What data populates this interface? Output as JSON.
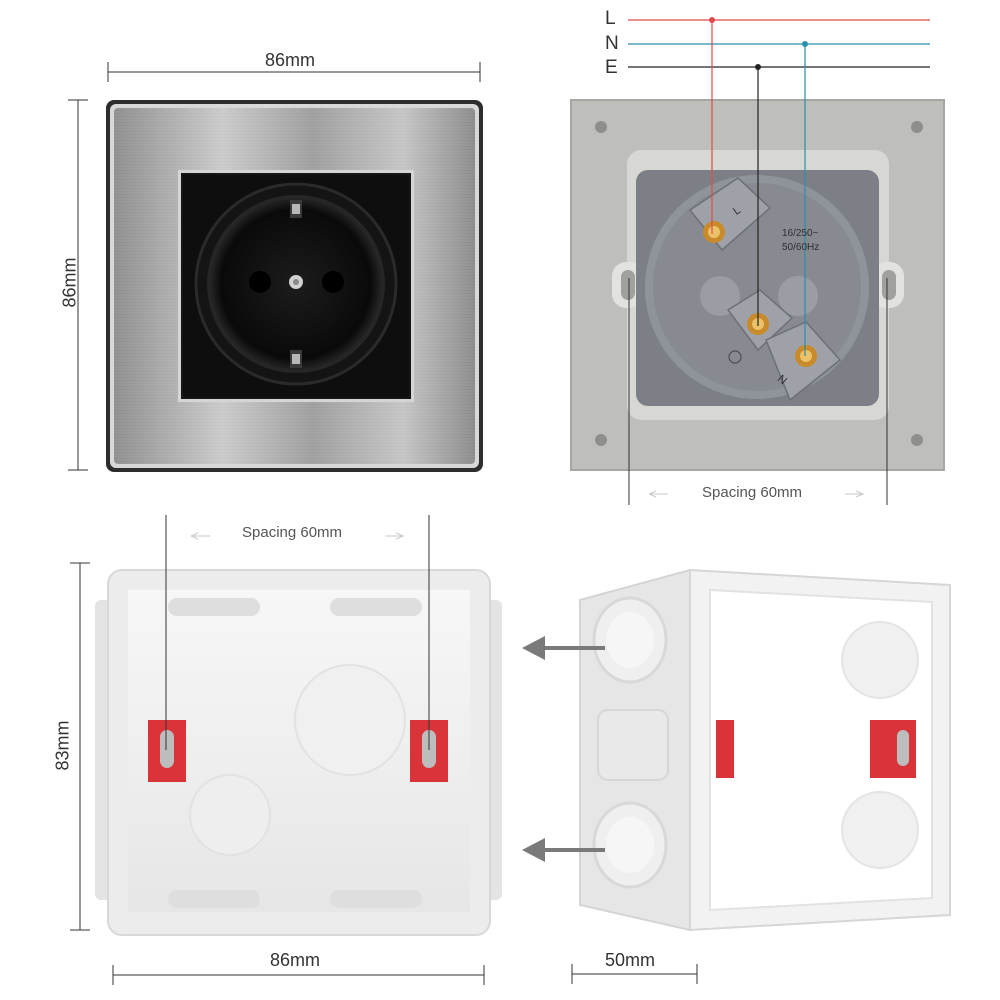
{
  "panel_front": {
    "width_label": "86mm",
    "height_label": "86mm"
  },
  "panel_back": {
    "wires": [
      {
        "label": "L",
        "color": "#e04a4a"
      },
      {
        "label": "N",
        "color": "#2a8fa8"
      },
      {
        "label": "E",
        "color": "#222222"
      }
    ],
    "terminal_labels": [
      "L",
      "N"
    ],
    "rating_line1": "16/250~",
    "rating_line2": "50/60Hz",
    "spacing_label": "Spacing 60mm"
  },
  "box_front": {
    "spacing_label": "Spacing 60mm",
    "width_label": "86mm",
    "height_label": "83mm"
  },
  "box_side": {
    "depth_label": "50mm"
  },
  "colors": {
    "accent_red": "#d9343a",
    "steel": "#a7a7a7",
    "box_white": "#f3f3f3",
    "mount_gray": "#b9b9b4",
    "socket_gray": "#8a8e93"
  }
}
